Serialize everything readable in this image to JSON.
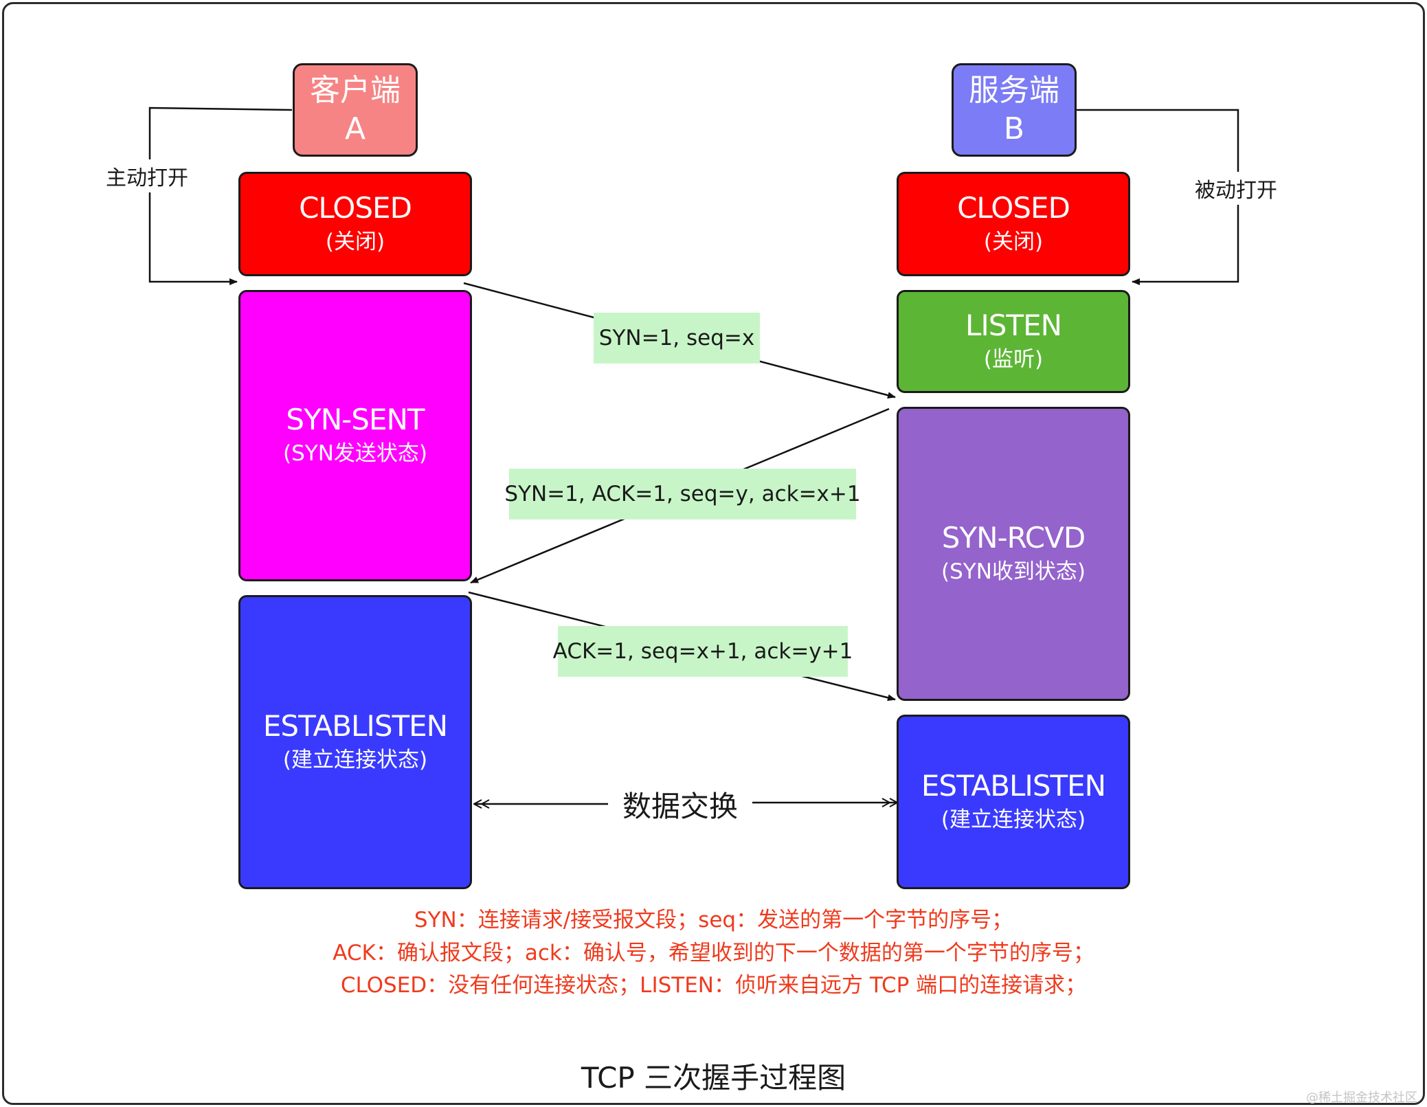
{
  "client": {
    "line1": "客户端",
    "line2": "A",
    "color": "#f68484"
  },
  "server": {
    "line1": "服务端",
    "line2": "B",
    "color": "#7c7cf6"
  },
  "active_open_label": "主动打开",
  "passive_open_label": "被动打开",
  "client_states": [
    {
      "title": "CLOSED",
      "subtitle": "(关闭)",
      "color": "#ff0000"
    },
    {
      "title": "SYN-SENT",
      "subtitle": "(SYN发送状态)",
      "color": "#ff00ff"
    },
    {
      "title": "ESTABLISTEN",
      "subtitle": "(建立连接状态)",
      "color": "#3a3aff"
    }
  ],
  "server_states": [
    {
      "title": "CLOSED",
      "subtitle": "(关闭)",
      "color": "#ff0000"
    },
    {
      "title": "LISTEN",
      "subtitle": "(监听)",
      "color": "#5db535"
    },
    {
      "title": "SYN-RCVD",
      "subtitle": "(SYN收到状态)",
      "color": "#9463cc"
    },
    {
      "title": "ESTABLISTEN",
      "subtitle": "(建立连接状态)",
      "color": "#3a3aff"
    }
  ],
  "messages": [
    {
      "label": "SYN=1, seq=x",
      "direction": "client-to-server"
    },
    {
      "label": "SYN=1, ACK=1, seq=y, ack=x+1",
      "direction": "server-to-client"
    },
    {
      "label": "ACK=1, seq=x+1, ack=y+1",
      "direction": "client-to-server"
    }
  ],
  "exchange_label": "数据交换",
  "notes": [
    "SYN：连接请求/接受报文段；seq：发送的第一个字节的序号；",
    "ACK：确认报文段；ack：确认号，希望收到的下一个数据的第一个字节的序号；",
    "CLOSED：没有任何连接状态；LISTEN：侦听来自远方 TCP 端口的连接请求；"
  ],
  "caption": "TCP 三次握手过程图",
  "watermark": "@稀土掘金技术社区"
}
